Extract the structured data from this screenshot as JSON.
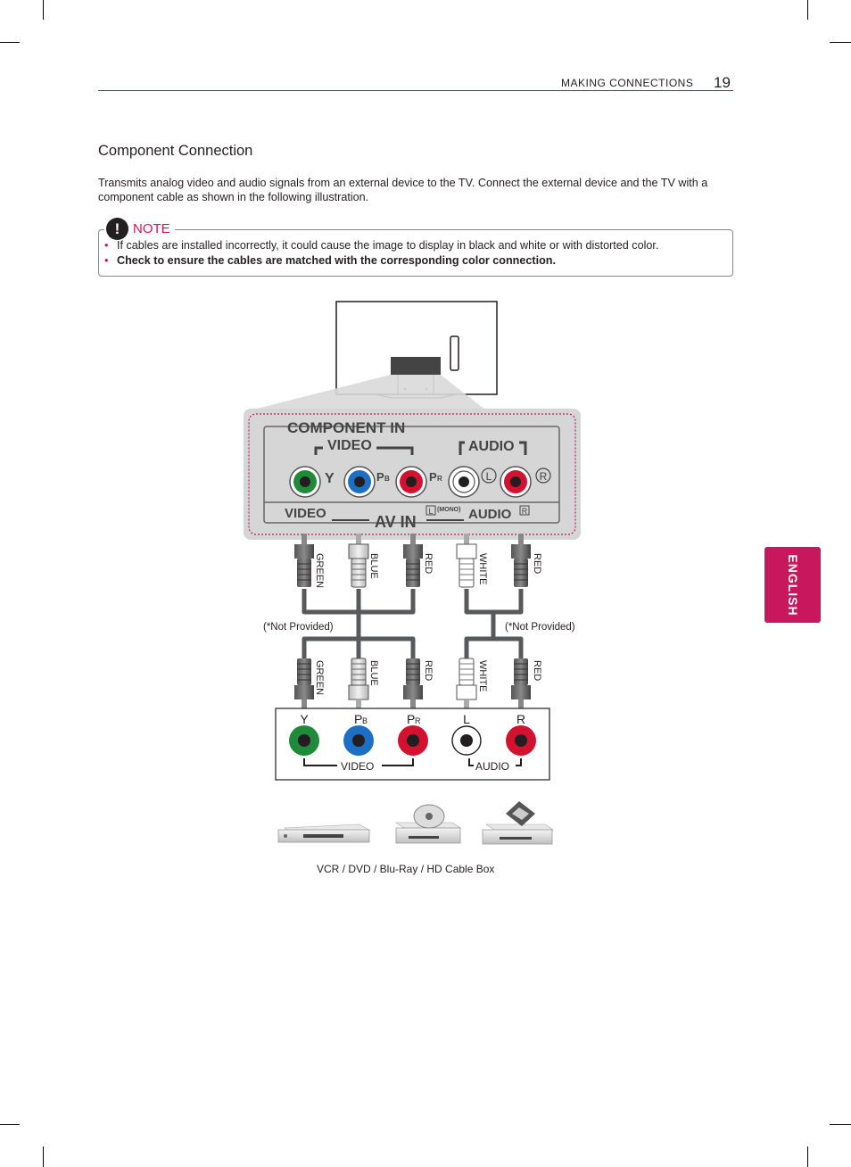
{
  "header": {
    "section": "MAKING CONNECTIONS",
    "page_number": "19"
  },
  "side_tab": {
    "language": "ENGLISH"
  },
  "title": "Component Connection",
  "intro": "Transmits analog video and audio signals from an external device to the TV. Connect the external device and the TV with a component cable as shown in the following illustration.",
  "note": {
    "label": "NOTE",
    "icon": "!",
    "items": [
      "If cables are installed incorrectly, it could cause the image to display in black and white or with distorted color.",
      "Check to ensure the cables are matched with the corresponding color connection."
    ]
  },
  "diagram": {
    "panel": {
      "component_in": "COMPONENT IN",
      "video": "VIDEO",
      "audio": "AUDIO",
      "y": "Y",
      "pb_main": "P",
      "pb_sub": "B",
      "pr_main": "P",
      "pr_sub": "R",
      "l": "L",
      "r": "R",
      "av_video": "VIDEO",
      "av_in": "AV IN",
      "av_l": "L",
      "mono": "(MONO)",
      "av_audio": "AUDIO",
      "av_r": "R"
    },
    "plug_labels": [
      "GREEN",
      "BLUE",
      "RED",
      "WHITE",
      "RED"
    ],
    "not_provided_left": "(*Not Provided)",
    "not_provided_right": "(*Not Provided)",
    "device": {
      "y": "Y",
      "pb_main": "P",
      "pb_sub": "B",
      "pr_main": "P",
      "pr_sub": "R",
      "l": "L",
      "r": "R",
      "video": "VIDEO",
      "audio": "AUDIO"
    },
    "colors": {
      "green": "#1f8a3a",
      "blue": "#1d6fc4",
      "red": "#d2122e",
      "white": "#ffffff",
      "accent": "#c8175d"
    },
    "caption": "VCR / DVD / Blu-Ray / HD Cable Box"
  }
}
